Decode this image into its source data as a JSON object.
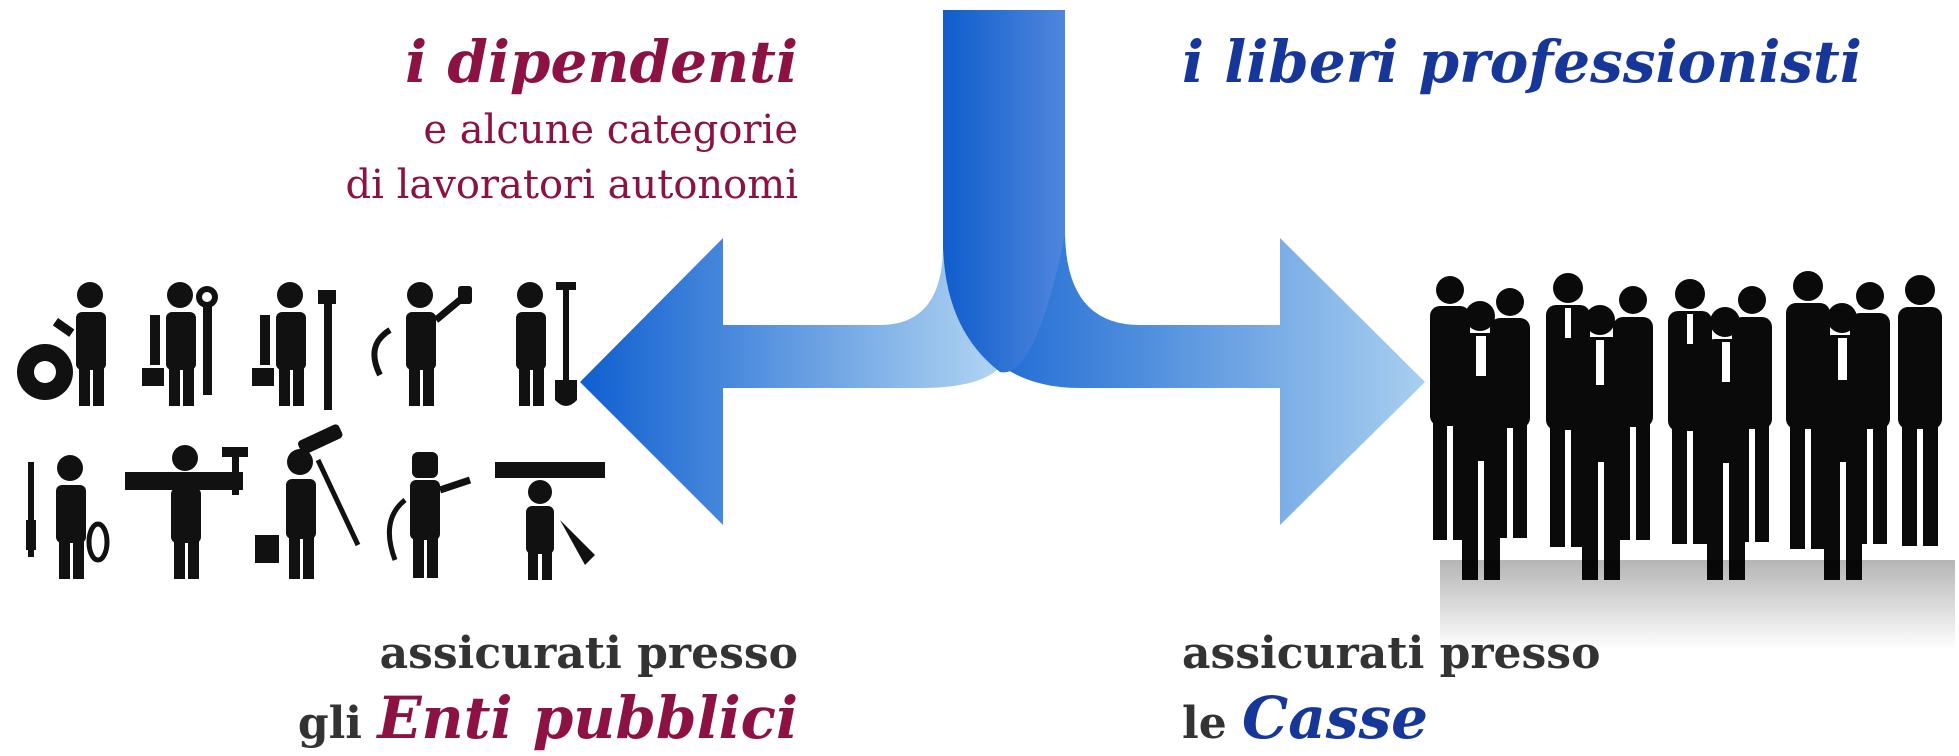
{
  "left": {
    "title": "i dipendenti",
    "subtitle_line1": "e alcune categorie",
    "subtitle_line2": "di lavoratori autonomi",
    "bottom_line1": "assicurati presso",
    "bottom_prefix": "gli",
    "bottom_emphasis": "Enti pubblici",
    "color": "#8b1243"
  },
  "right": {
    "title": "i liberi professionisti",
    "bottom_line1": "assicurati presso",
    "bottom_prefix": "le",
    "bottom_emphasis": "Casse",
    "color": "#17369a"
  },
  "icons": {
    "workers": [
      "worker-gear-icon",
      "worker-wrench-icon",
      "worker-pipe-wrench-icon",
      "worker-plug-icon",
      "worker-shovel-icon",
      "worker-screwdriver-icon",
      "worker-hammer-icon",
      "worker-paint-roller-icon",
      "worker-welder-icon",
      "worker-saw-icon"
    ],
    "professionals": "business-people-silhouette-icon"
  },
  "colors": {
    "arrow_dark": "#0f5fd0",
    "arrow_light": "#a9cff0",
    "silhouette": "#0a0a0a"
  }
}
